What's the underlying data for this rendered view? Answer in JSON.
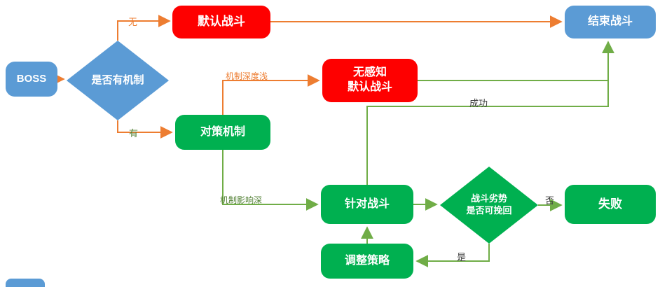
{
  "nodes": {
    "boss": {
      "label": "BOSS"
    },
    "has_mechanism": {
      "label": "是否有机制"
    },
    "default_battle": {
      "label": "默认战斗"
    },
    "end_battle": {
      "label": "结束战斗"
    },
    "no_perception_default_battle": {
      "line1": "无感知",
      "line2": "默认战斗"
    },
    "counter_mechanism": {
      "label": "对策机制"
    },
    "targeted_battle": {
      "label": "针对战斗"
    },
    "disadvantage_recoverable": {
      "line1": "战斗劣势",
      "line2": "是否可挽回"
    },
    "failure": {
      "label": "失败"
    },
    "adjust_strategy": {
      "label": "调整策略"
    }
  },
  "edge_labels": {
    "no": "无",
    "yes": "有",
    "shallow_depth": "机制深度浅",
    "deep_impact": "机制影响深",
    "success": "成功",
    "not_recoverable": "否",
    "recoverable": "是"
  },
  "colors": {
    "node_blue": "#5B9BD5",
    "node_red": "#FE0000",
    "node_green": "#00B050",
    "line_orange": "#ED7D31",
    "line_green": "#70AD47"
  }
}
